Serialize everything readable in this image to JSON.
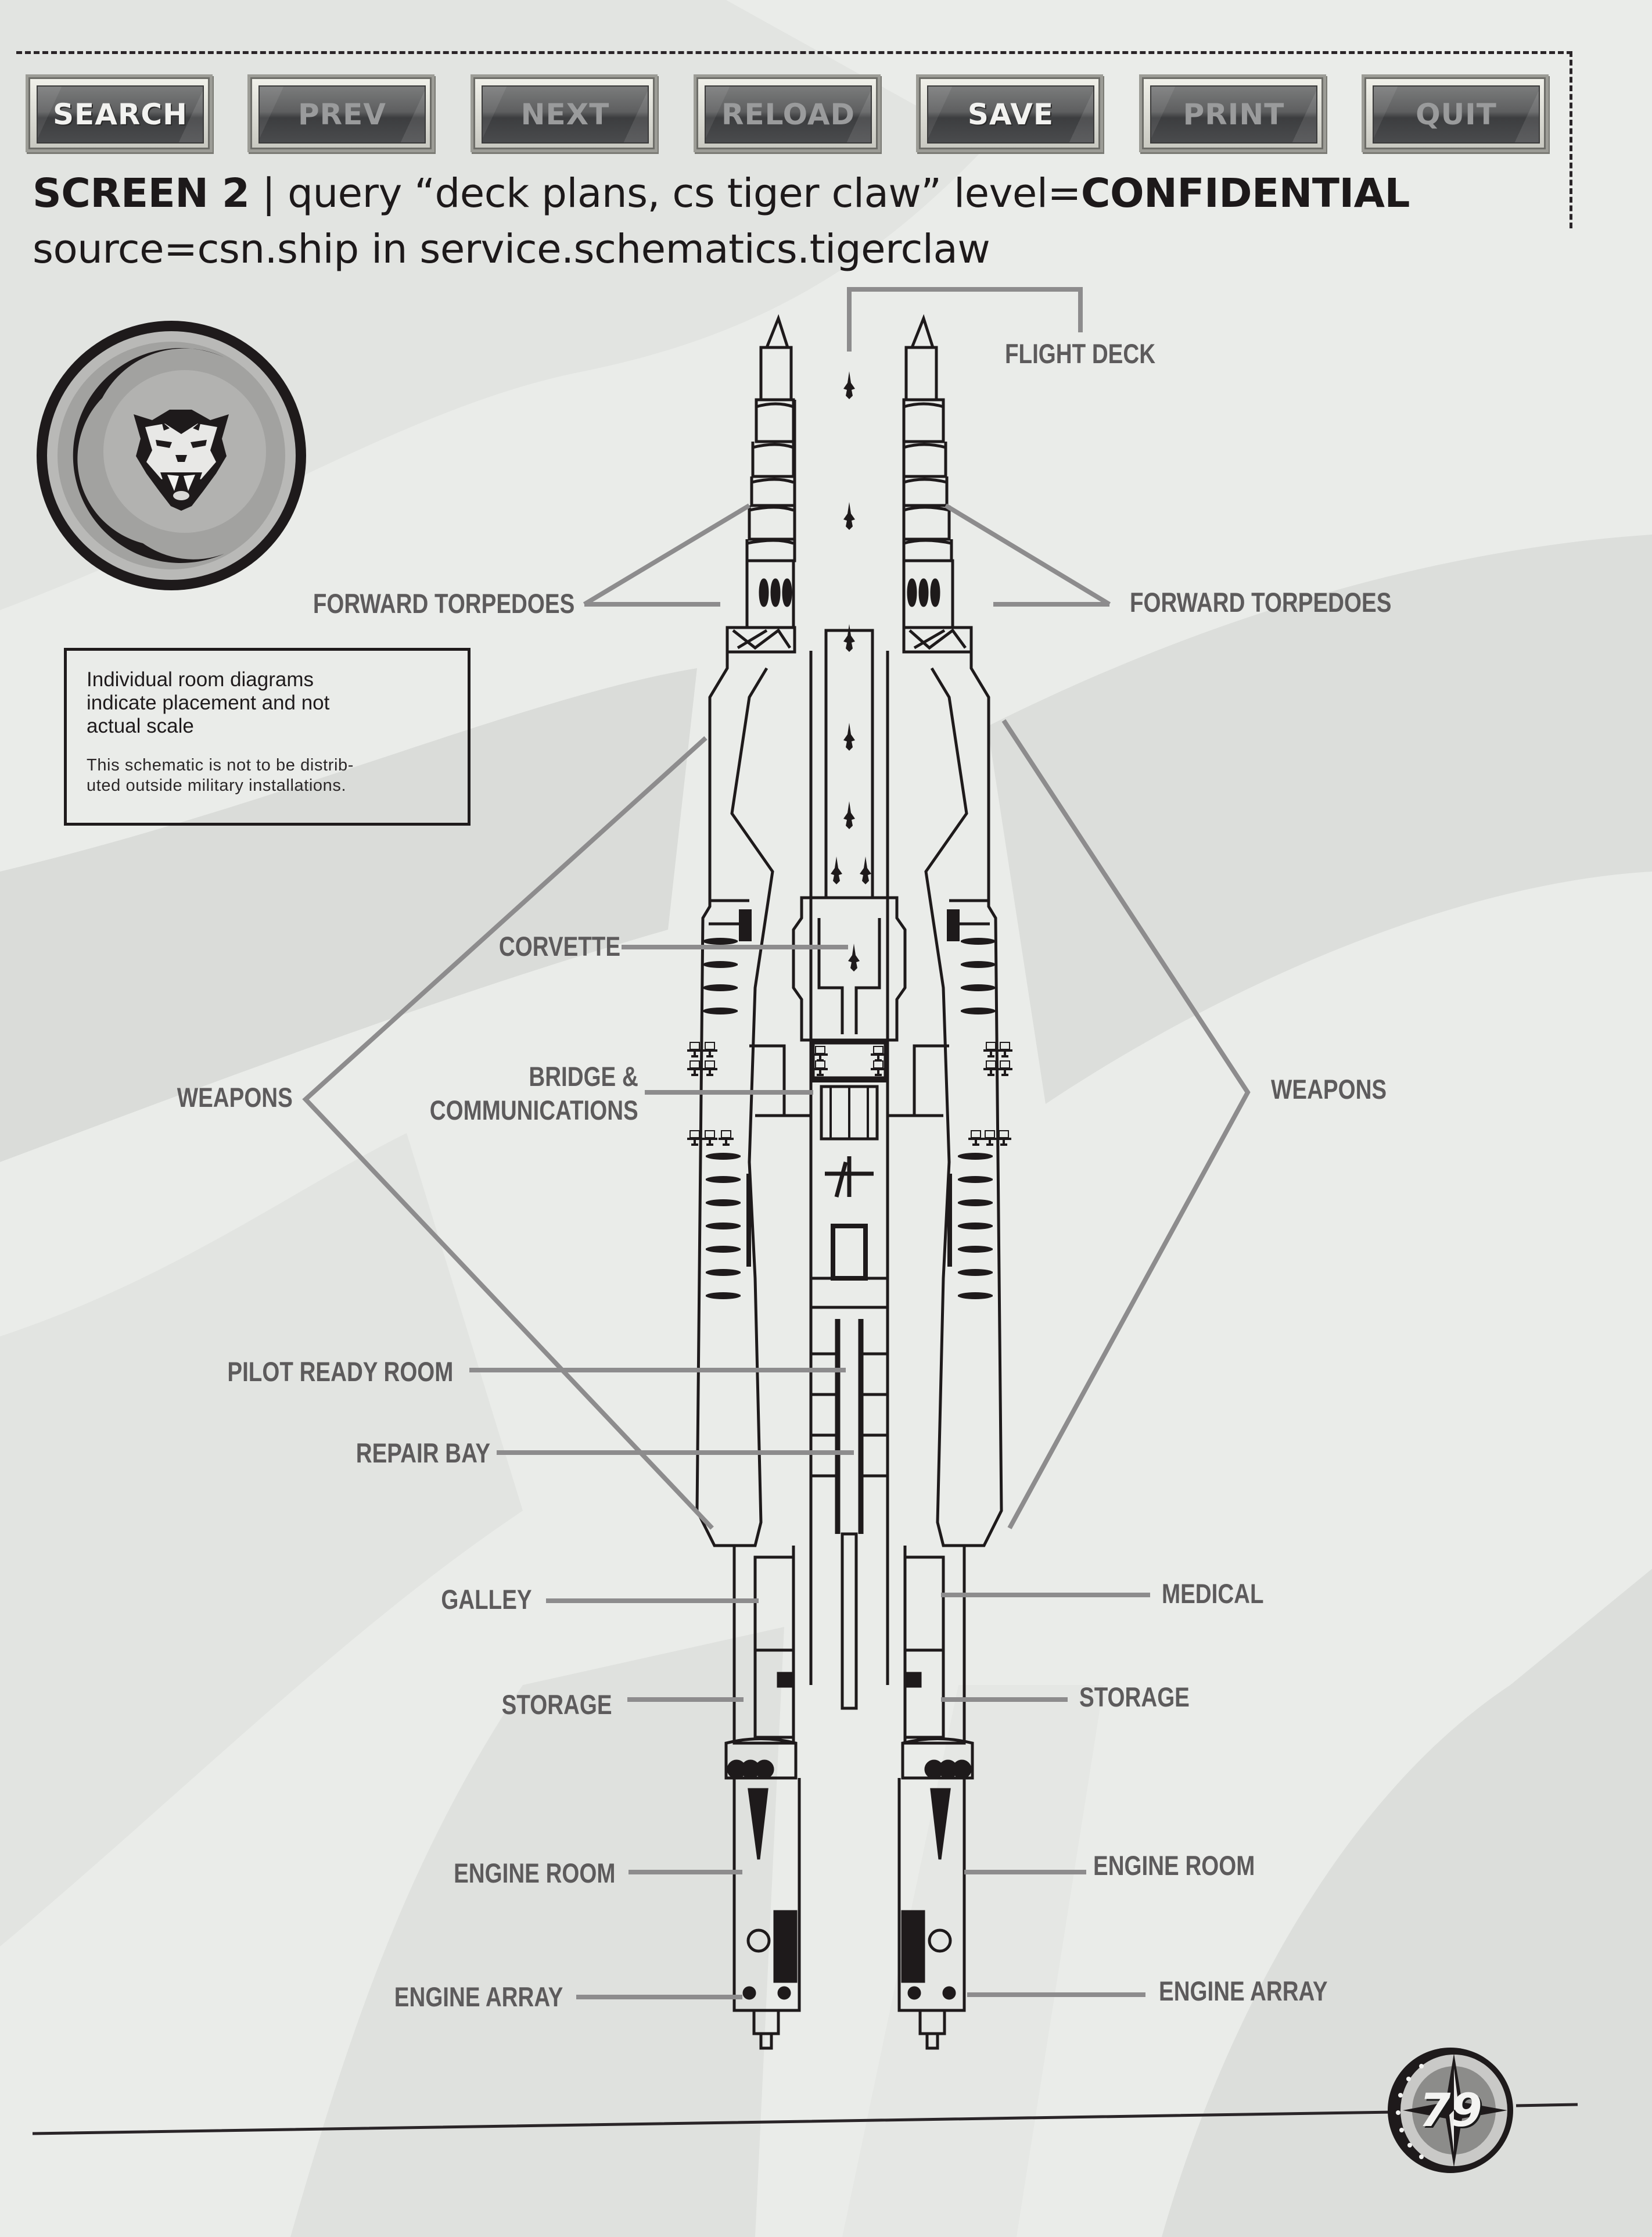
{
  "nav": {
    "buttons": [
      {
        "label": "SEARCH",
        "enabled": true
      },
      {
        "label": "PREV",
        "enabled": false
      },
      {
        "label": "NEXT",
        "enabled": false
      },
      {
        "label": "RELOAD",
        "enabled": false
      },
      {
        "label": "SAVE",
        "enabled": true
      },
      {
        "label": "PRINT",
        "enabled": false
      },
      {
        "label": "QUIT",
        "enabled": false
      }
    ]
  },
  "heading": {
    "screen_label": "SCREEN 2",
    "separator": " | ",
    "query_text": "query “deck plans, cs tiger claw” level=",
    "level": "CONFIDENTIAL",
    "source_line": "source=csn.ship in service.schematics.tigerclaw"
  },
  "emblem": {
    "icon": "tiger-head-icon",
    "name": "tiger-claw-emblem"
  },
  "note": {
    "main": "Individual room diagrams indicate placement and not actual scale",
    "sub": "This schematic is not to be distributed outside military installations.",
    "sub_lines": [
      "This schematic is not to be distrib-",
      "uted outside military installations."
    ],
    "main_lines": [
      "Individual room diagrams",
      "indicate placement and not",
      "actual scale"
    ]
  },
  "schematic": {
    "title": "CS Tiger Claw deck plans",
    "labels": {
      "flight_deck": "FLIGHT DECK",
      "forward_torpedoes_left": "FORWARD TORPEDOES",
      "forward_torpedoes_right": "FORWARD TORPEDOES",
      "corvette": "CORVETTE",
      "weapons_left": "WEAPONS",
      "weapons_right": "WEAPONS",
      "bridge_line1": "BRIDGE &",
      "bridge_line2": "COMMUNICATIONS",
      "pilot_ready_room": "PILOT READY ROOM",
      "repair_bay": "REPAIR BAY",
      "galley": "GALLEY",
      "medical": "MEDICAL",
      "storage_left": "STORAGE",
      "storage_right": "STORAGE",
      "engine_room_left": "ENGINE ROOM",
      "engine_room_right": "ENGINE ROOM",
      "engine_array_left": "ENGINE ARRAY",
      "engine_array_right": "ENGINE ARRAY"
    }
  },
  "footer": {
    "page_number": "79",
    "badge_icon": "compass-star-icon"
  },
  "colors": {
    "background": "#e9ebe8",
    "ink": "#1d191a",
    "callout_text": "#5d5b5c",
    "callout_line": "#8d8c8d",
    "button_face": "#5e5f60"
  }
}
